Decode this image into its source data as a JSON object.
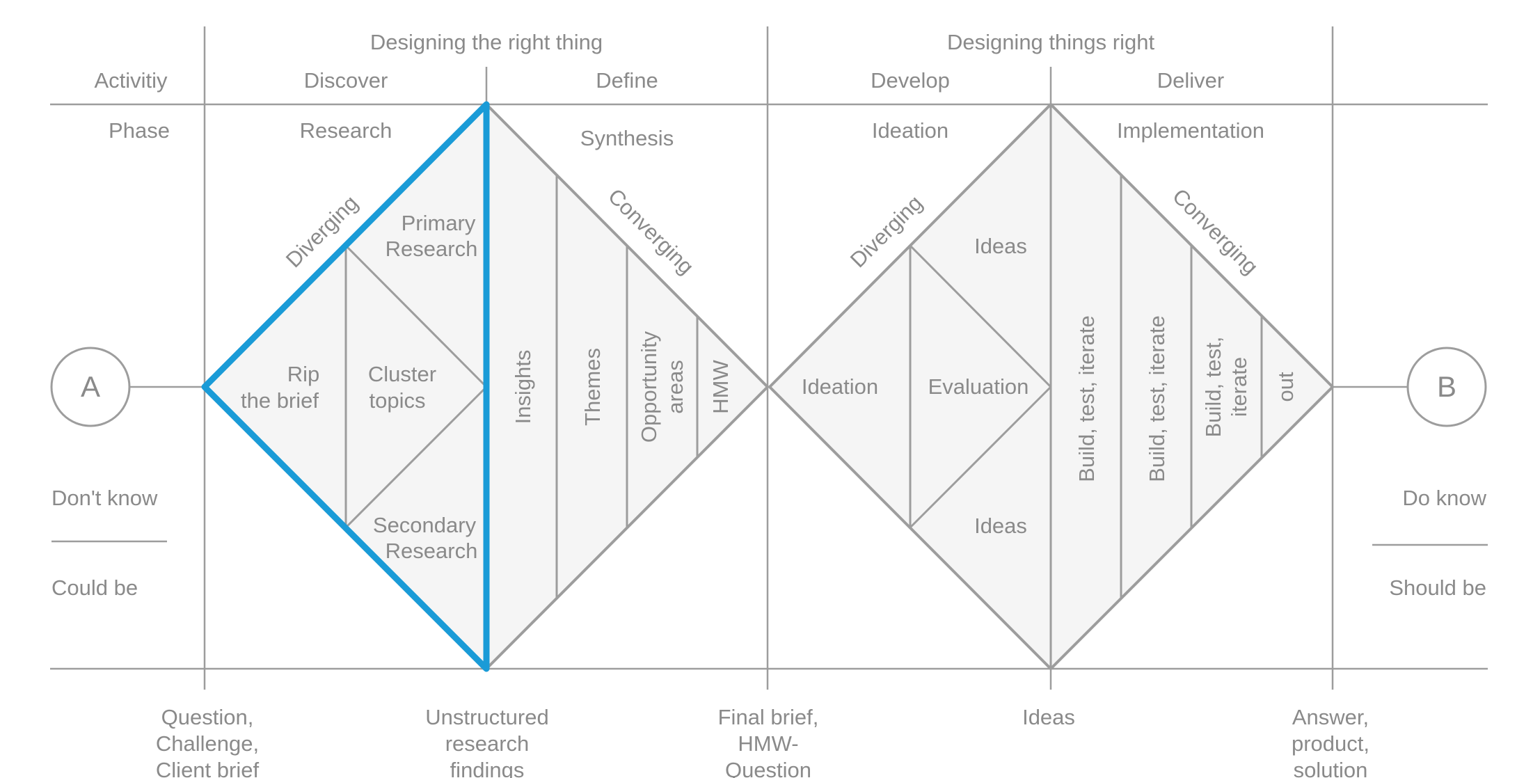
{
  "headers": {
    "left_group": "Designing the right thing",
    "right_group": "Designing things right"
  },
  "activity_row": {
    "label": "Activitiy",
    "discover": "Discover",
    "define": "Define",
    "develop": "Develop",
    "deliver": "Deliver"
  },
  "phase_row": {
    "label": "Phase",
    "research": "Research",
    "synthesis": "Synthesis",
    "ideation": "Ideation",
    "implementation": "Implementation"
  },
  "endpoints": {
    "start": "A",
    "end": "B"
  },
  "left_side": {
    "top": "Don't know",
    "bottom": "Could be"
  },
  "right_side": {
    "top": "Do know",
    "bottom": "Should be"
  },
  "diamond1": {
    "diverging": "Diverging",
    "converging": "Converging",
    "rip_line1": "Rip",
    "rip_line2": "the brief",
    "cluster_line1": "Cluster",
    "cluster_line2": "topics",
    "primary_line1": "Primary",
    "primary_line2": "Research",
    "secondary_line1": "Secondary",
    "secondary_line2": "Research",
    "insights": "Insights",
    "themes": "Themes",
    "opportunity_line1": "Opportunity",
    "opportunity_line2": "areas",
    "hmw": "HMW"
  },
  "diamond2": {
    "diverging": "Diverging",
    "converging": "Converging",
    "ideation": "Ideation",
    "evaluation": "Evaluation",
    "ideas_top": "Ideas",
    "ideas_bottom": "Ideas",
    "build1": "Build, test, iterate",
    "build2": "Build, test, iterate",
    "build3_line1": "Build, test,",
    "build3_line2": "iterate",
    "out": "out"
  },
  "outputs": {
    "question": [
      "Question,",
      "Challenge,",
      "Client brief"
    ],
    "unstructured": [
      "Unstructured",
      "research",
      "findings"
    ],
    "final_brief": [
      "Final brief,",
      "HMW-",
      "Question"
    ],
    "ideas": [
      "Ideas"
    ],
    "answer": [
      "Answer,",
      "product,",
      "solution"
    ]
  },
  "colors": {
    "highlight": "#1a9bd7",
    "line": "#9d9d9d",
    "text": "#8a8a8a",
    "fill": "#f5f5f5"
  }
}
